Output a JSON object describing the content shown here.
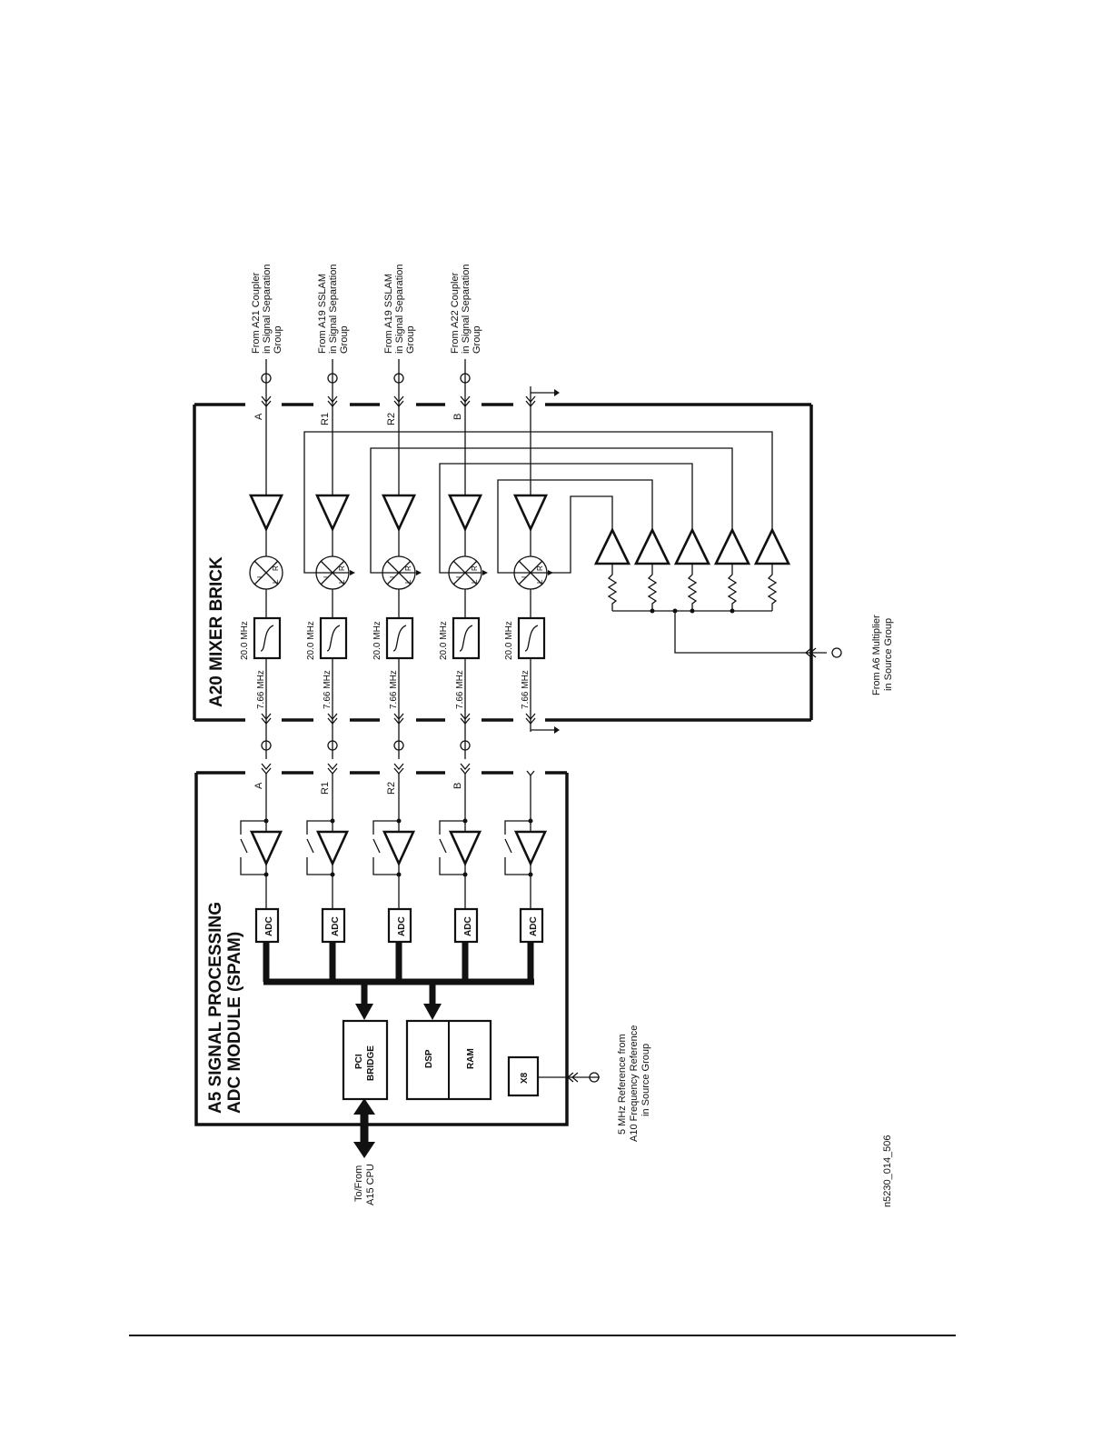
{
  "mixer": {
    "title": "A20 MIXER BRICK",
    "channels": [
      {
        "label": "A",
        "lpf_upper": "20.0 MHz",
        "lpf_lower": "7.66 MHz"
      },
      {
        "label": "R1",
        "lpf_upper": "20.0 MHz",
        "lpf_lower": "7.66 MHz"
      },
      {
        "label": "R2",
        "lpf_upper": "20.0 MHz",
        "lpf_lower": "7.66 MHz"
      },
      {
        "label": "B",
        "lpf_upper": "20.0 MHz",
        "lpf_lower": "7.66 MHz"
      },
      {
        "label": "",
        "lpf_upper": "20.0 MHz",
        "lpf_lower": "7.66 MHz"
      }
    ],
    "mixer_ports": {
      "r": "R",
      "i": "I",
      "l": "L"
    }
  },
  "sources": [
    {
      "line1": "From A21 Coupler",
      "line2": "in Signal Separation",
      "line3": "Group"
    },
    {
      "line1": "From A19 SSLAM",
      "line2": "in Signal Separation",
      "line3": "Group"
    },
    {
      "line1": "From A19 SSLAM",
      "line2": "in Signal Separation",
      "line3": "Group"
    },
    {
      "line1": "From A22 Coupler",
      "line2": "in Signal Separation",
      "line3": "Group"
    }
  ],
  "lo_source": {
    "line1": "From A6 Multiplier",
    "line2": "in Source Group"
  },
  "spam": {
    "title1": "A5 SIGNAL PROCESSING",
    "title2": "ADC MODULE  (SPAM)",
    "channels": [
      {
        "label": "A",
        "adc": "ADC"
      },
      {
        "label": "R1",
        "adc": "ADC"
      },
      {
        "label": "R2",
        "adc": "ADC"
      },
      {
        "label": "B",
        "adc": "ADC"
      },
      {
        "label": "",
        "adc": "ADC"
      }
    ],
    "pci1": "PCI",
    "pci2": "BRIDGE",
    "dsp": "DSP",
    "ram": "RAM",
    "x8": "X8"
  },
  "ref": {
    "line1": "5 MHz Reference from",
    "line2": "A10 Frequency Reference",
    "line3": "in Source Group"
  },
  "cpu": {
    "line1": "To/From",
    "line2": "A15 CPU"
  },
  "figure_id": "n5230_014_506"
}
